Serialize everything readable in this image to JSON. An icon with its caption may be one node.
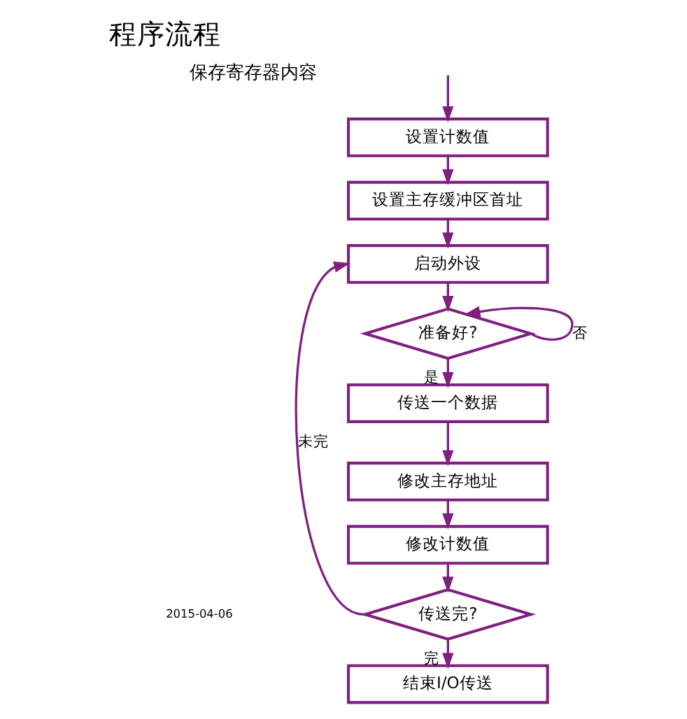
{
  "diagram": {
    "title": "程序流程",
    "nodes": [
      {
        "text": [
          "设置计数值"
        ]
      },
      {
        "text": [
          "设置主存缓冲区首址"
        ]
      },
      {
        "text": [
          "启动外设"
        ]
      },
      {
        "text": [
          "准备好?"
        ]
      },
      {
        "text": [
          "传送一个数据"
        ]
      },
      {
        "text": [
          "修改主存地址"
        ]
      },
      {
        "text": [
          "修改计数值"
        ]
      },
      {
        "text": [
          "传送完?"
        ]
      },
      {
        "text": [
          "结束I/O传送"
        ]
      }
    ],
    "edges": [
      {
        "from": null,
        "to": 0,
        "arrow": "to"
      },
      {
        "from": 0,
        "to": 1,
        "arrow": "to"
      },
      {
        "from": 1,
        "to": 2,
        "arrow": "to"
      },
      {
        "from": 2,
        "to": 3,
        "arrow": "to"
      },
      {
        "from": 3,
        "to": 3,
        "arrow": "to",
        "label": "否"
      },
      {
        "from": 3,
        "to": 4,
        "arrow": "to",
        "label": "是"
      },
      {
        "from": 4,
        "to": 5,
        "arrow": "to"
      },
      {
        "from": 5,
        "to": 6,
        "arrow": "to"
      },
      {
        "from": 6,
        "to": 7,
        "arrow": "to"
      },
      {
        "from": 7,
        "to": 2,
        "arrow": "to",
        "label": "未完"
      },
      {
        "from": 7,
        "to": 8,
        "arrow": "to",
        "label": "完"
      }
    ],
    "labels": [
      "保存寄存器内容",
      "2015-04-06"
    ]
  }
}
